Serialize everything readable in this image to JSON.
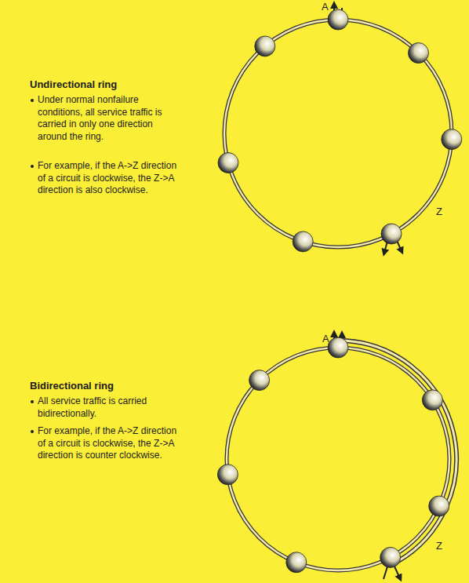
{
  "diagram": {
    "labels": [
      "A",
      "Undirectional ring",
      "Under normal nonfailure conditions, all service traffic is carried in only one direction around the ring.",
      "For example, if the A->Z direction of a circuit is clockwise, the Z->A direction is also clockwise.",
      "Z",
      "A",
      "Bidirectional ring",
      "All service traffic is carried bidirectionally.",
      "For example, if the A->Z direction of a circuit is clockwise, the Z->A direction is counter clockwise.",
      "Z"
    ]
  }
}
